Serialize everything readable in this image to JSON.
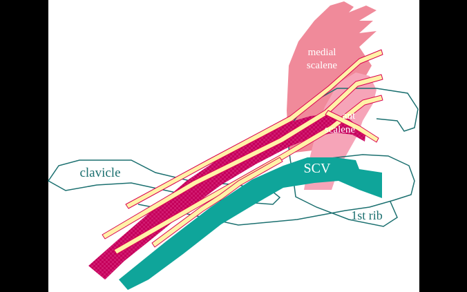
{
  "labels": {
    "medial_scalene_line1": "medial",
    "medial_scalene_line2": "scalene",
    "ant_scalene_line1": "ant",
    "ant_scalene_line2": "scalene",
    "scv": "SCV",
    "clavicle": "clavicle",
    "first_rib": "1st rib"
  },
  "colors": {
    "background": "#000000",
    "panel": "#ffffff",
    "medial_scalene": "#f08a9a",
    "anterior_scalene": "#f6a4b8",
    "subclavian_artery": "#c4005a",
    "subclavian_vein": "#0fa59a",
    "nerve_fill": "#fff2a8",
    "nerve_outline": "#d9004e",
    "outline": "#1a6f6f",
    "label_on_white": "#1a6f6f",
    "label_on_color": "#ffffff"
  }
}
